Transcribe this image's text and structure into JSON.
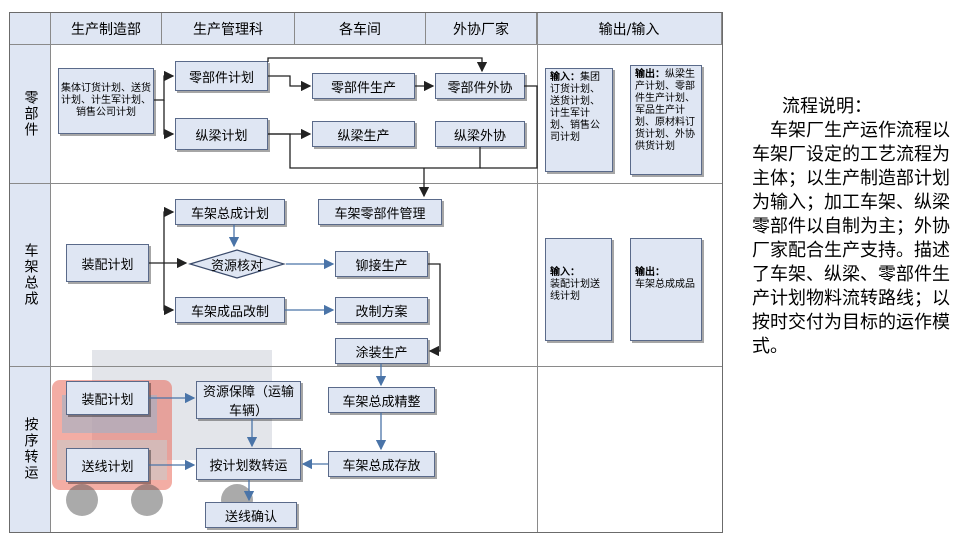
{
  "columns": [
    "生产制造部",
    "生产管理科",
    "各车间",
    "外协厂家",
    "输出/输入"
  ],
  "rows": [
    "零部件",
    "车架总成",
    "按序转运"
  ],
  "boxes": {
    "group_plan": "集体订货计划、送货计划、计生军计划、销售公司计划",
    "parts_plan": "零部件计划",
    "parts_prod": "零部件生产",
    "parts_outsrc": "零部件外协",
    "beam_plan": "纵梁计划",
    "beam_prod": "纵梁生产",
    "beam_outsrc": "纵梁外协",
    "frame_plan": "车架总成计划",
    "frame_parts_mgmt": "车架零部件管理",
    "assembly_plan": "装配计划",
    "resource_check": "资源核对",
    "rivet_prod": "铆接生产",
    "frame_modify": "车架成品改制",
    "modify_scheme": "改制方案",
    "paint_prod": "涂装生产",
    "assembly_plan2": "装配计划",
    "resource_guarantee": "资源保障（运输车辆）",
    "frame_refine": "车架总成精整",
    "deliver_plan": "送线计划",
    "transfer_by_plan": "按计划数转运",
    "frame_storage": "车架总成存放",
    "deliver_confirm": "送线确认"
  },
  "io": {
    "r1_in_label": "输入：",
    "r1_in_text": "集团订货计划、送货计划、计生军计划、销售公司计划",
    "r1_out_label": "输出：",
    "r1_out_text": "纵梁生产计划、零部件生产计划、军品生产计划、原材料订货计划、外协供货计划",
    "r2_in_label": "输入：",
    "r2_in_text": "装配计划送线计划",
    "r2_out_label": "输出：",
    "r2_out_text": "车架总成成品"
  },
  "description": {
    "title": "流程说明：",
    "body": "车架厂生产运作流程以车架厂设定的工艺流程为主体；以生产制造部计划为输入；加工车架、纵梁零部件以自制为主；外协厂家配合生产支持。描述了车架、纵梁、零部件生产计划物料流转路线；以按时交付为目标的运作模式。"
  },
  "colors": {
    "header_bg": "#dfe6f3",
    "box_bg": "#dfe6f3",
    "arrow_dark": "#222222",
    "arrow_blue": "#4a74a8"
  }
}
